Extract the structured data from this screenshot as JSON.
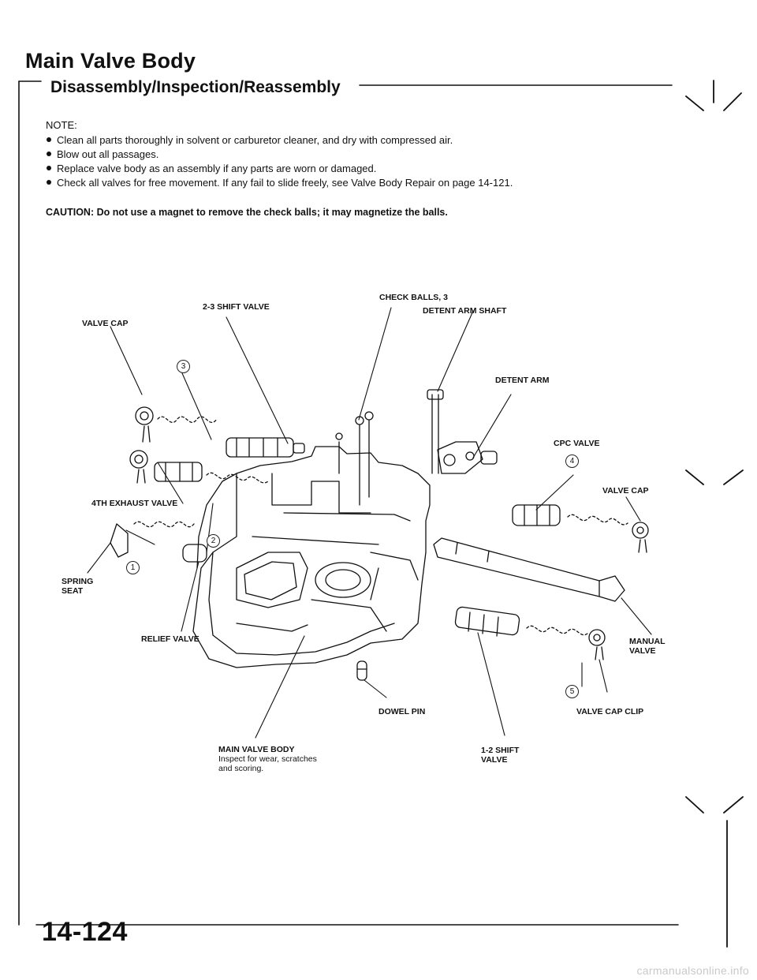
{
  "header": {
    "title": "Main Valve Body",
    "subtitle": "Disassembly/Inspection/Reassembly"
  },
  "note": {
    "heading": "NOTE:",
    "items": [
      "Clean all parts thoroughly in solvent or carburetor cleaner, and dry with compressed air.",
      "Blow out all passages.",
      "Replace valve body as an assembly if any parts are worn or damaged.",
      "Check all valves for free movement. If any fail to slide freely, see Valve Body Repair on page 14-121."
    ]
  },
  "caution": {
    "lead": "CAUTION:",
    "text": "Do not use a magnet to remove the check balls; it may magnetize the balls."
  },
  "diagram": {
    "labels": {
      "check_balls": "CHECK BALLS, 3",
      "shift_23": "2-3 SHIFT VALVE",
      "detent_shaft": "DETENT ARM SHAFT",
      "valve_cap_left": "VALVE CAP",
      "detent_arm": "DETENT ARM",
      "cpc_valve": "CPC VALVE",
      "valve_cap_right": "VALVE CAP",
      "exhaust_4th": "4TH EXHAUST VALVE",
      "spring_seat_1": "SPRING",
      "spring_seat_2": "SEAT",
      "relief_valve": "RELIEF VALVE",
      "manual_valve_1": "MANUAL",
      "manual_valve_2": "VALVE",
      "dowel_pin": "DOWEL PIN",
      "valve_cap_clip": "VALVE CAP CLIP",
      "main_body": "MAIN VALVE BODY",
      "main_body_note_1": "Inspect for wear, scratches",
      "main_body_note_2": "and scoring.",
      "shift_12_1": "1-2 SHIFT",
      "shift_12_2": "VALVE"
    },
    "callouts": [
      "3",
      "4",
      "2",
      "1",
      "5"
    ]
  },
  "footer": {
    "page_number": "14-124",
    "watermark": "carmanualsonline.info"
  }
}
